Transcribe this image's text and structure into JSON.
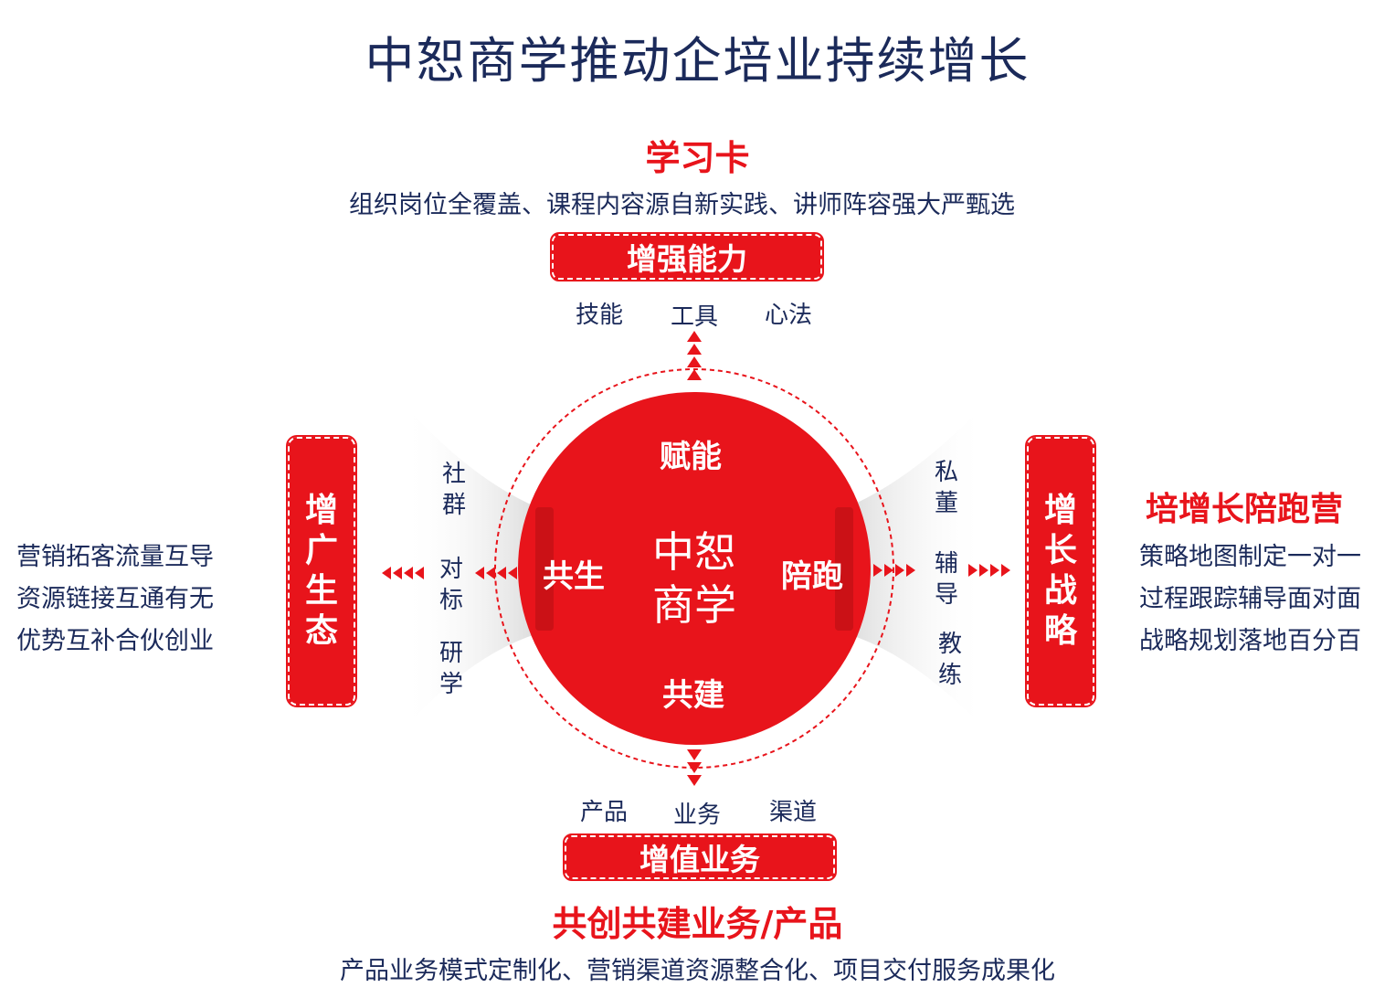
{
  "title": "中恕商学推动企培业持续增长",
  "top": {
    "heading": "学习卡",
    "desc": "组织岗位全覆盖、课程内容源自新实践、讲师阵容强大严甄选",
    "pill": "增强能力",
    "items": [
      "技能",
      "工具",
      "心法"
    ]
  },
  "bottom": {
    "items": [
      "产品",
      "业务",
      "渠道"
    ],
    "pill": "增值业务",
    "heading": "共创共建业务/产品",
    "desc": "产品业务模式定制化、营销渠道资源整合化、项目交付服务成果化"
  },
  "left": {
    "pill_chars": [
      "增",
      "广",
      "生",
      "态"
    ],
    "lines": [
      "营销拓客流量互导",
      "资源链接互通有无",
      "优势互补合伙创业"
    ],
    "items": [
      [
        "社",
        "群"
      ],
      [
        "对",
        "标"
      ],
      [
        "研",
        "学"
      ]
    ]
  },
  "right": {
    "pill_chars": [
      "增",
      "长",
      "战",
      "略"
    ],
    "heading": "培增长陪跑营",
    "lines": [
      "策略地图制定一对一",
      "过程跟踪辅导面对面",
      "战略规划落地百分百"
    ],
    "items": [
      [
        "私",
        "董"
      ],
      [
        "辅",
        "导"
      ],
      [
        "教",
        "练"
      ]
    ]
  },
  "center": {
    "name_line1": "中恕",
    "name_line2": "商学",
    "top": "赋能",
    "left": "共生",
    "right": "陪跑",
    "bottom": "共建"
  },
  "colors": {
    "red": "#e8141b",
    "navy": "#1b2a5a"
  }
}
